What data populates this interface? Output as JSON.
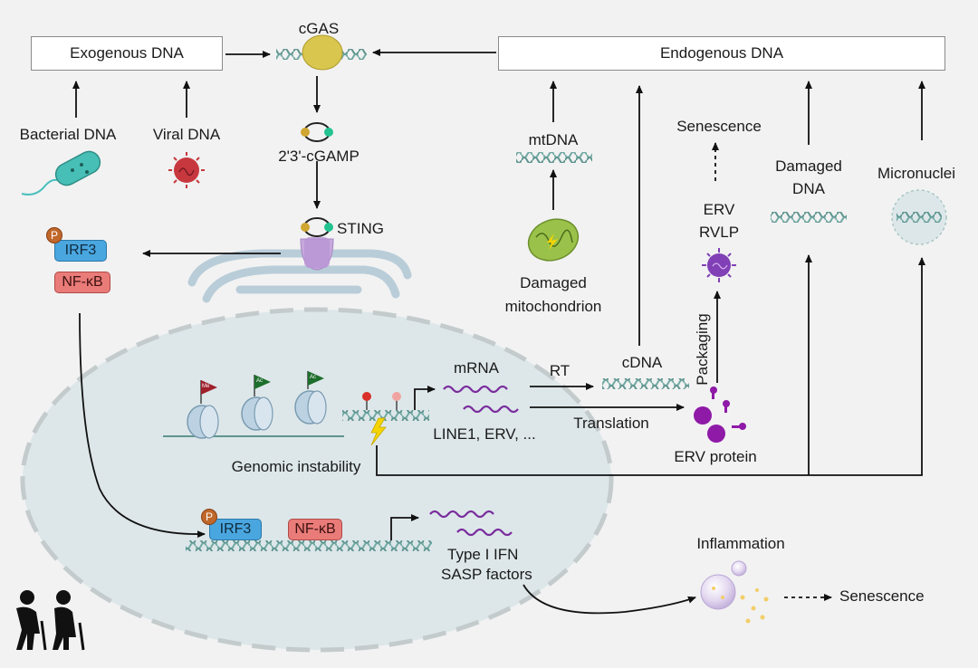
{
  "boxes": {
    "exogenous": "Exogenous DNA",
    "endogenous": "Endogenous DNA"
  },
  "pathway": {
    "cgas": "cGAS",
    "cgamp": "2'3'-cGAMP",
    "sting": "STING"
  },
  "exogenous_sources": {
    "bacterial": "Bacterial DNA",
    "viral": "Viral DNA"
  },
  "transcription_factors": {
    "irf3": "IRF3",
    "nfkb": "NF-κB",
    "phospho": "P"
  },
  "endogenous_sources": {
    "mtdna": "mtDNA",
    "damaged_mito_line1": "Damaged",
    "damaged_mito_line2": "mitochondrion",
    "senescence_top": "Senescence",
    "erv": "ERV",
    "rvlp": "RVLP",
    "packaging": "Packaging",
    "damaged_dna_line1": "Damaged",
    "damaged_dna_line2": "DNA",
    "micronuclei": "Micronuclei"
  },
  "nucleus": {
    "mrna": "mRNA",
    "rt": "RT",
    "cdna": "cDNA",
    "translation": "Translation",
    "line1": "LINE1, ERV, ...",
    "erv_protein": "ERV protein",
    "genomic_instability": "Genomic instability",
    "flag_me": "Me",
    "flag_ac1": "Ac",
    "flag_ac2": "Ac",
    "type1_ifn": "Type I IFN",
    "sasp": "SASP factors"
  },
  "outcomes": {
    "inflammation": "Inflammation",
    "senescence_bottom": "Senescence"
  },
  "colors": {
    "dna": "#72a9a3",
    "mrna": "#7a2d9c",
    "cgas": "#d6c24a",
    "nucleus": "#dfe8ea",
    "er": "#b9cdd9"
  }
}
